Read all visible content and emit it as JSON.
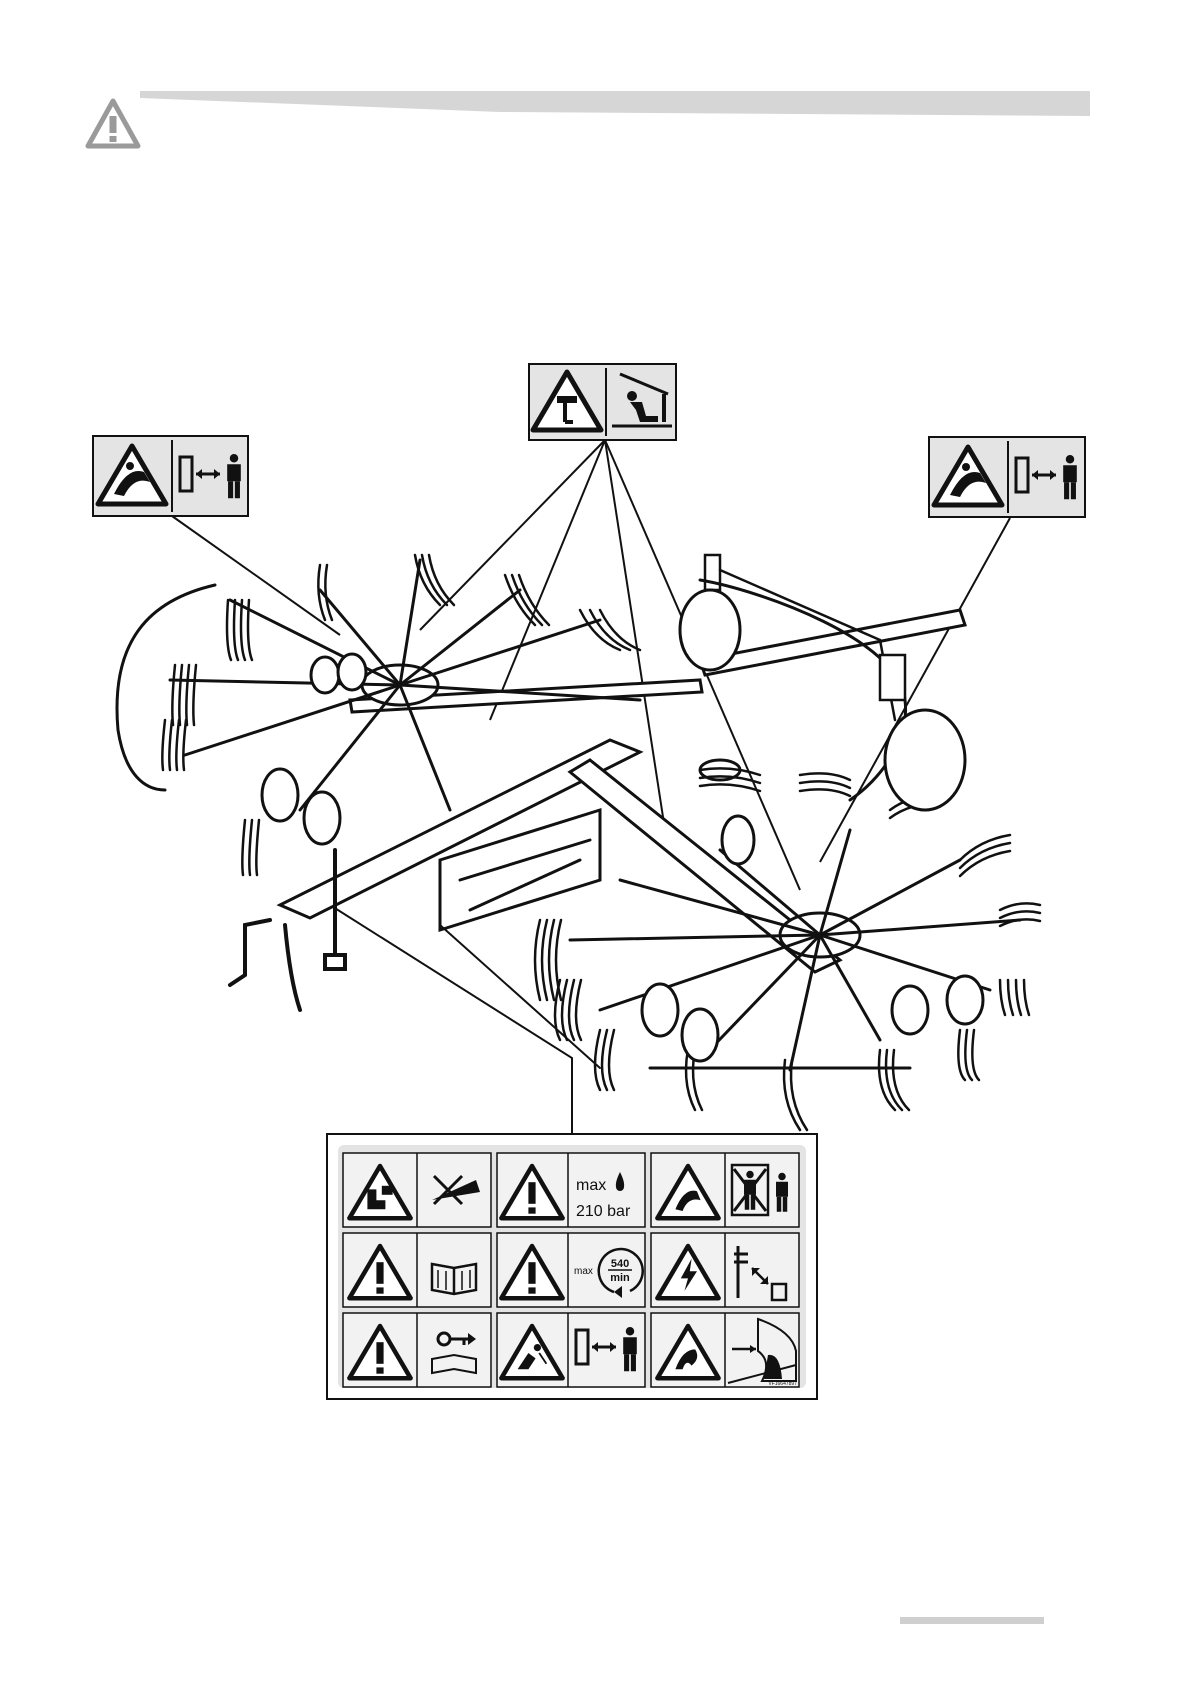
{
  "labels": {
    "hydraulic_max": "max",
    "hydraulic_pressure": "210 bar",
    "pto_max": "max",
    "pto_speed": "540",
    "pto_unit": "min",
    "sticker_code": "VF16647897"
  },
  "icons": [
    "warning-triangle-icon",
    "crush-hazard-icon",
    "keep-distance-icon",
    "falling-load-icon",
    "support-stand-icon",
    "hand-crush-icon",
    "no-reach-icon",
    "pressure-drop-icon",
    "no-stand-icon",
    "book-icon",
    "rotation-icon",
    "electric-hazard-icon",
    "power-line-icon",
    "key-manual-icon",
    "thrown-object-icon",
    "arm-entangle-icon",
    "tractor-hitch-icon"
  ],
  "colors": {
    "ink": "#111111",
    "header_bar": "#d6d6d6",
    "sticker_bg": "#e4e4e4",
    "tile_bg": "#f2f2f2"
  }
}
